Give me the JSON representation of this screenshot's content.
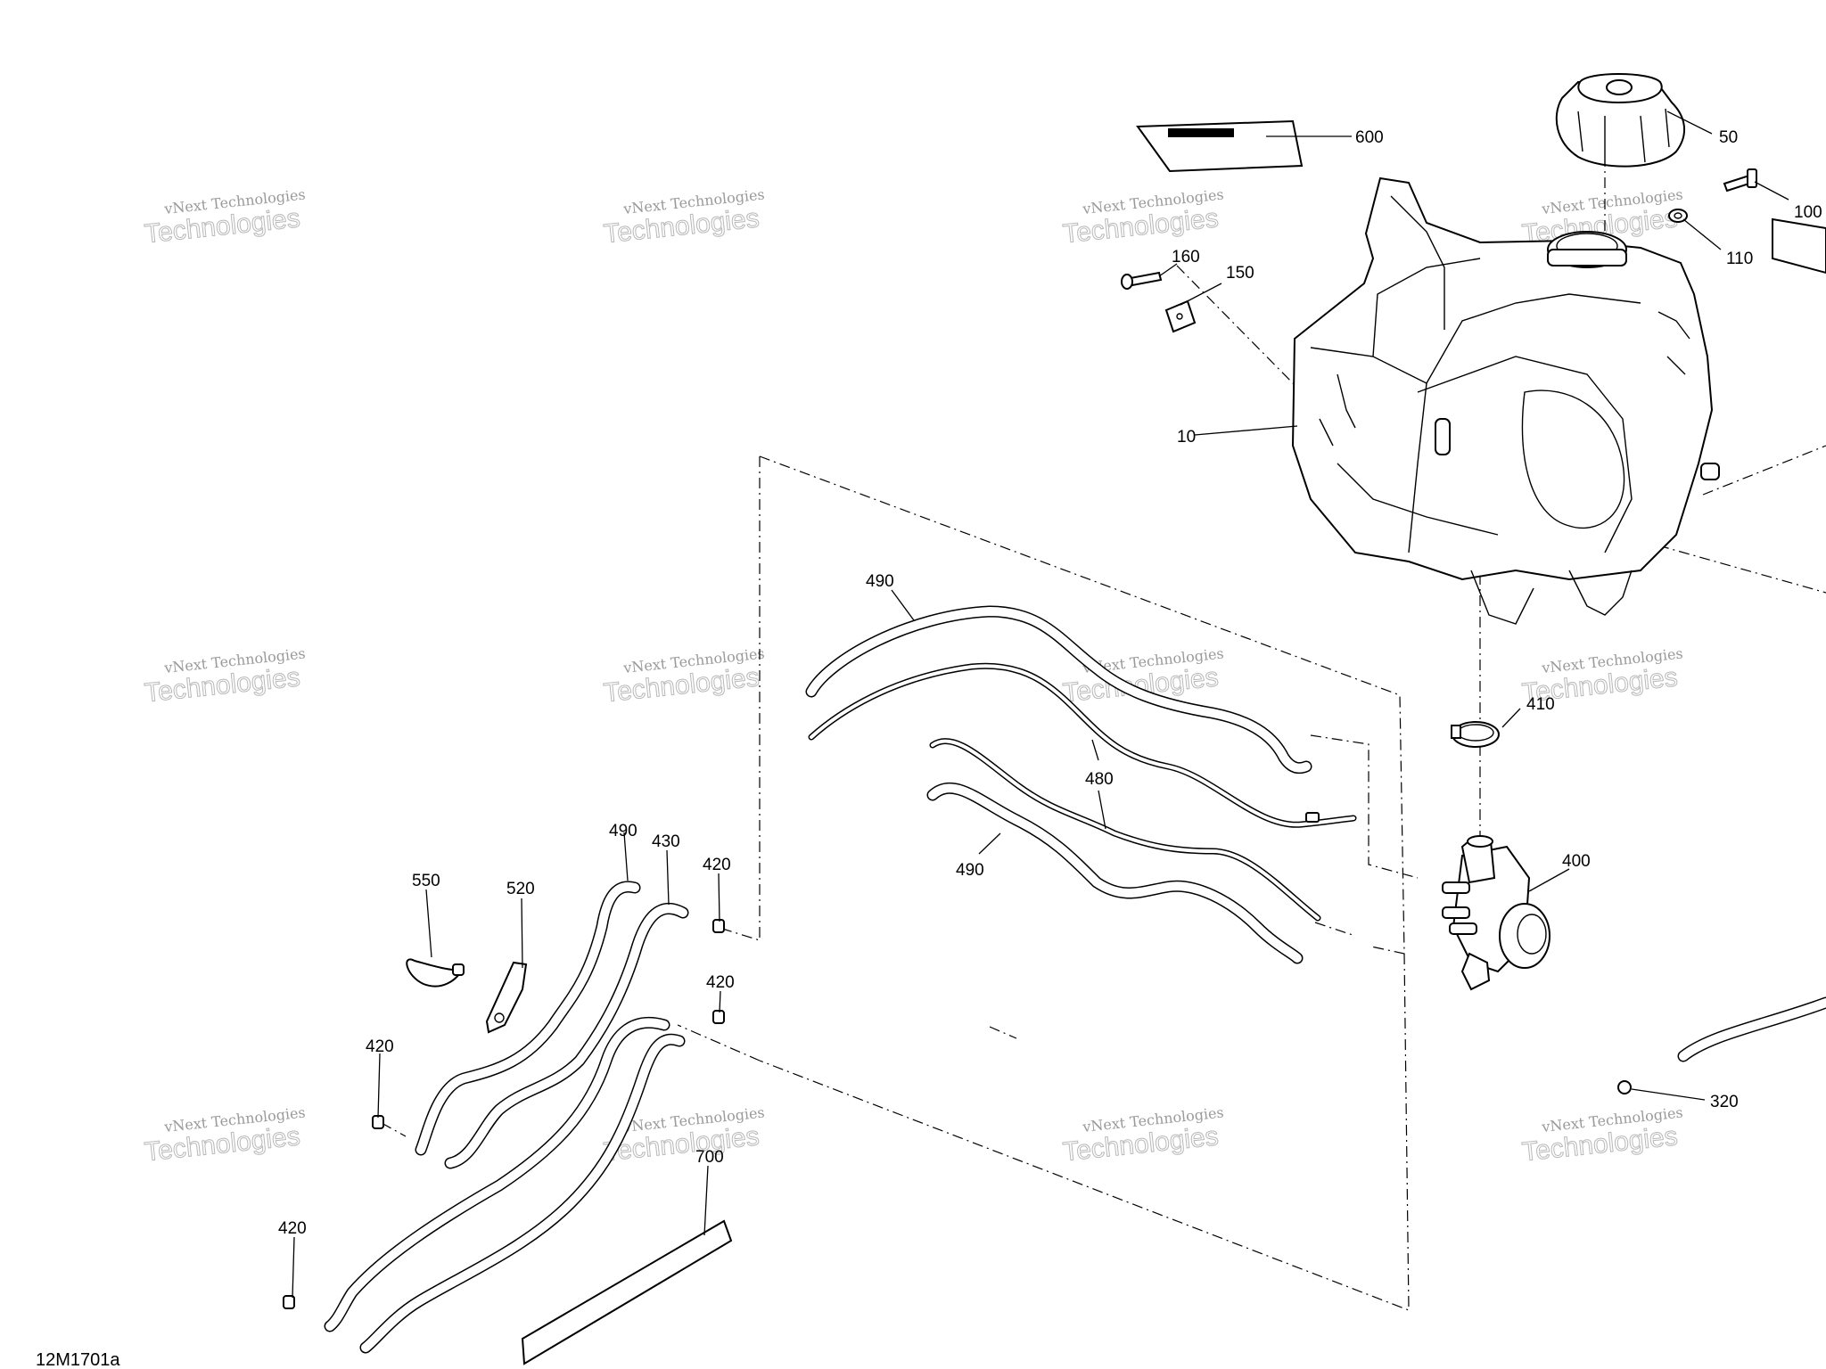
{
  "diagram": {
    "reference_code": "12M1701a",
    "watermark": {
      "line1": "vNext Technologies",
      "line2": "Technologies"
    },
    "callouts": [
      {
        "id": "c-600",
        "text": "600"
      },
      {
        "id": "c-50",
        "text": "50"
      },
      {
        "id": "c-100",
        "text": "100"
      },
      {
        "id": "c-110",
        "text": "110"
      },
      {
        "id": "c-160",
        "text": "160"
      },
      {
        "id": "c-150",
        "text": "150"
      },
      {
        "id": "c-10",
        "text": "10"
      },
      {
        "id": "c-490a",
        "text": "490"
      },
      {
        "id": "c-480",
        "text": "480"
      },
      {
        "id": "c-490b",
        "text": "490"
      },
      {
        "id": "c-410",
        "text": "410"
      },
      {
        "id": "c-400",
        "text": "400"
      },
      {
        "id": "c-490c",
        "text": "490"
      },
      {
        "id": "c-430",
        "text": "430"
      },
      {
        "id": "c-420a",
        "text": "420"
      },
      {
        "id": "c-550",
        "text": "550"
      },
      {
        "id": "c-520",
        "text": "520"
      },
      {
        "id": "c-420b",
        "text": "420"
      },
      {
        "id": "c-420c",
        "text": "420"
      },
      {
        "id": "c-700",
        "text": "700"
      },
      {
        "id": "c-420d",
        "text": "420"
      },
      {
        "id": "c-320",
        "text": "320"
      }
    ]
  }
}
